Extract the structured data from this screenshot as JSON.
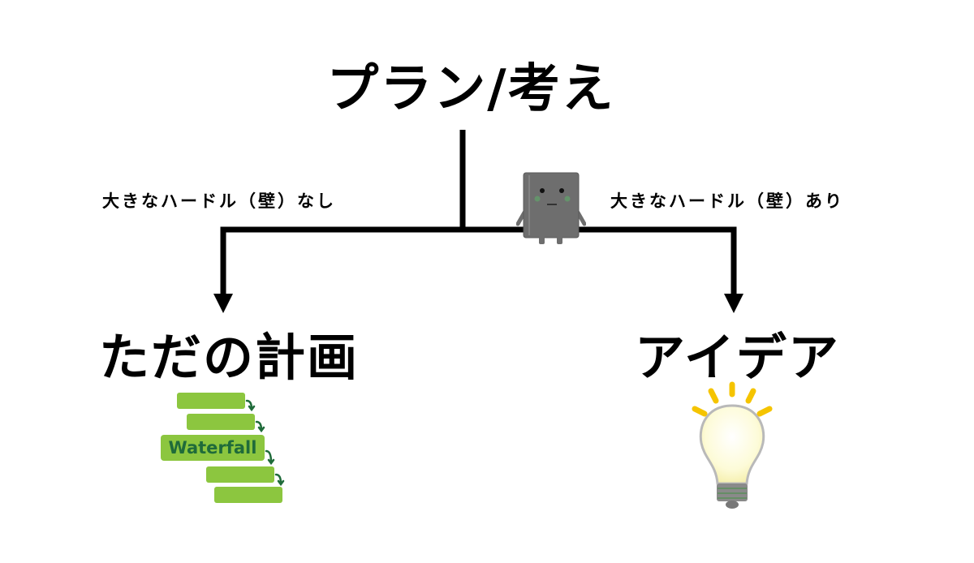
{
  "title": "プラン/考え",
  "branches": {
    "left": {
      "condition": "大きなハードル（壁）なし",
      "result": "ただの計画",
      "illustration": {
        "name": "waterfall-illustration",
        "label": "Waterfall",
        "color": "#8cc63f",
        "text_color": "#1f6b3a"
      }
    },
    "right": {
      "condition": "大きなハードル（壁）あり",
      "result": "アイデア",
      "illustration": {
        "name": "lightbulb-illustration",
        "ray_color": "#f5c400",
        "bulb_color": "#fdfbd8"
      }
    }
  },
  "wall_character": {
    "name": "wall-character-illustration",
    "color": "#6e6e6e"
  },
  "colors": {
    "line": "#000000",
    "background": "#ffffff"
  }
}
